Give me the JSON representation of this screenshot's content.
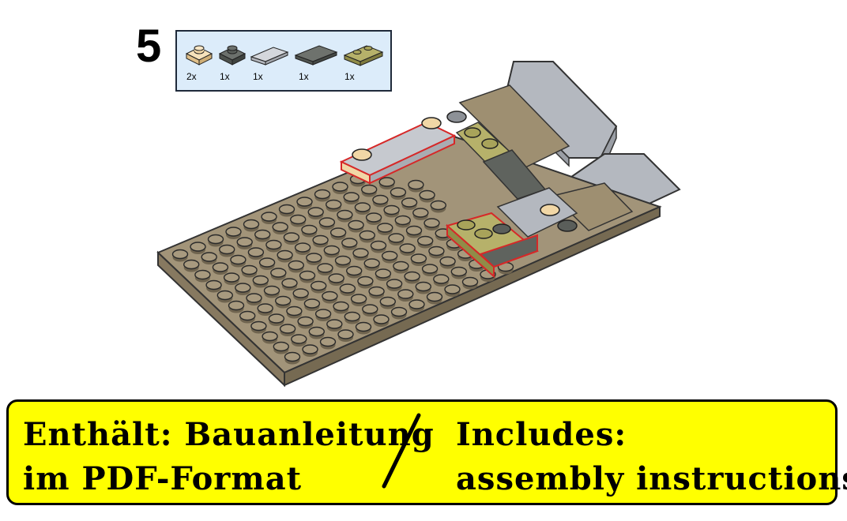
{
  "step": {
    "number": "5"
  },
  "parts": [
    {
      "icon": "tan-plate-1x1-icon",
      "color": "#f1d7a6",
      "qty": "2x"
    },
    {
      "icon": "dark-gray-plate-1x1-icon",
      "color": "#5a5e5a",
      "qty": "1x"
    },
    {
      "icon": "light-gray-tile-1x2-icon",
      "color": "#c3c6cc",
      "qty": "1x"
    },
    {
      "icon": "dark-gray-tile-1x2-icon",
      "color": "#5f635e",
      "qty": "1x"
    },
    {
      "icon": "olive-plate-1x2-icon",
      "color": "#a8a35a",
      "qty": "1x"
    }
  ],
  "colors": {
    "baseplate": "#9c8d73",
    "highlight": "#d62828",
    "banner": "#ffff00",
    "parts_box": "#dcecfa"
  },
  "banner": {
    "de_line1": "Enthält: Bauanleitung",
    "de_line2": "im PDF-Format",
    "en_line1": "Includes:",
    "en_line2": "assembly instructions"
  }
}
